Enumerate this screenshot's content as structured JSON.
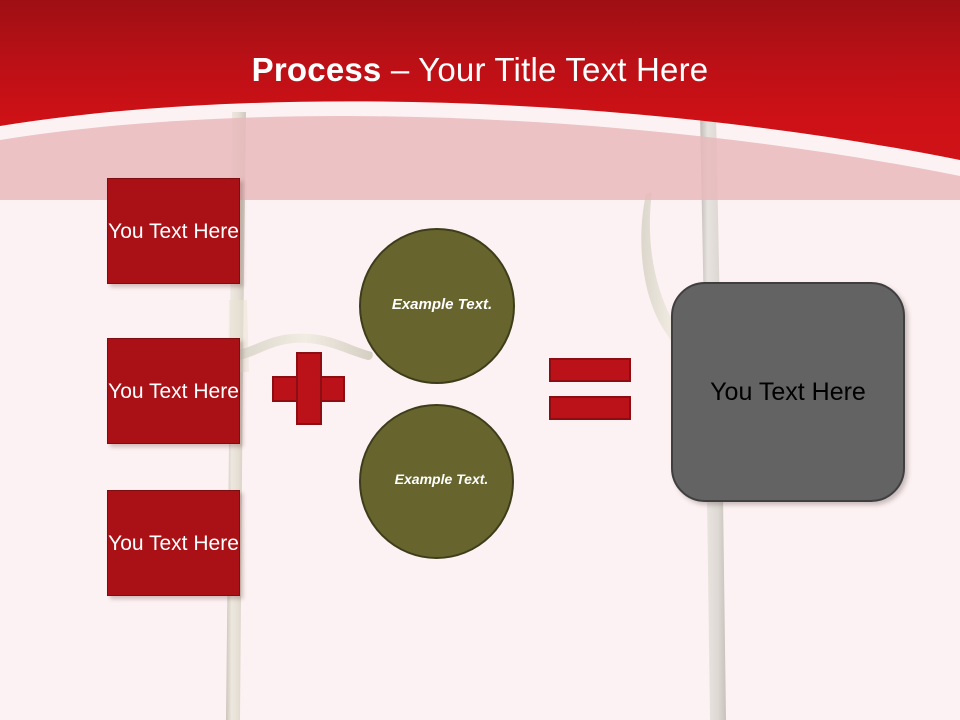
{
  "slide": {
    "title_bold": "Process",
    "title_rest": " – Your Title Text Here",
    "background_color": "#fdf2f3",
    "banner_color_top": "#a81016",
    "banner_color_bottom": "#cc1015",
    "banner_accent_color": "#e8b6b8"
  },
  "inputs": {
    "boxes": [
      {
        "label": "You Text Here"
      },
      {
        "label": "You Text Here"
      },
      {
        "label": "You Text Here"
      }
    ],
    "box_color": "#a91116",
    "box_text_color": "#ffffff"
  },
  "operators": {
    "plus": "+",
    "equals": "=",
    "color": "#bb1119"
  },
  "circles": {
    "items": [
      {
        "label": "Example Text."
      },
      {
        "label": "Example Text."
      }
    ],
    "fill_color": "#67652d",
    "border_color": "#3e3d1b",
    "text_color": "#ffffff"
  },
  "result": {
    "label": "You Text Here",
    "fill_color": "#636363",
    "text_color": "#000000"
  }
}
